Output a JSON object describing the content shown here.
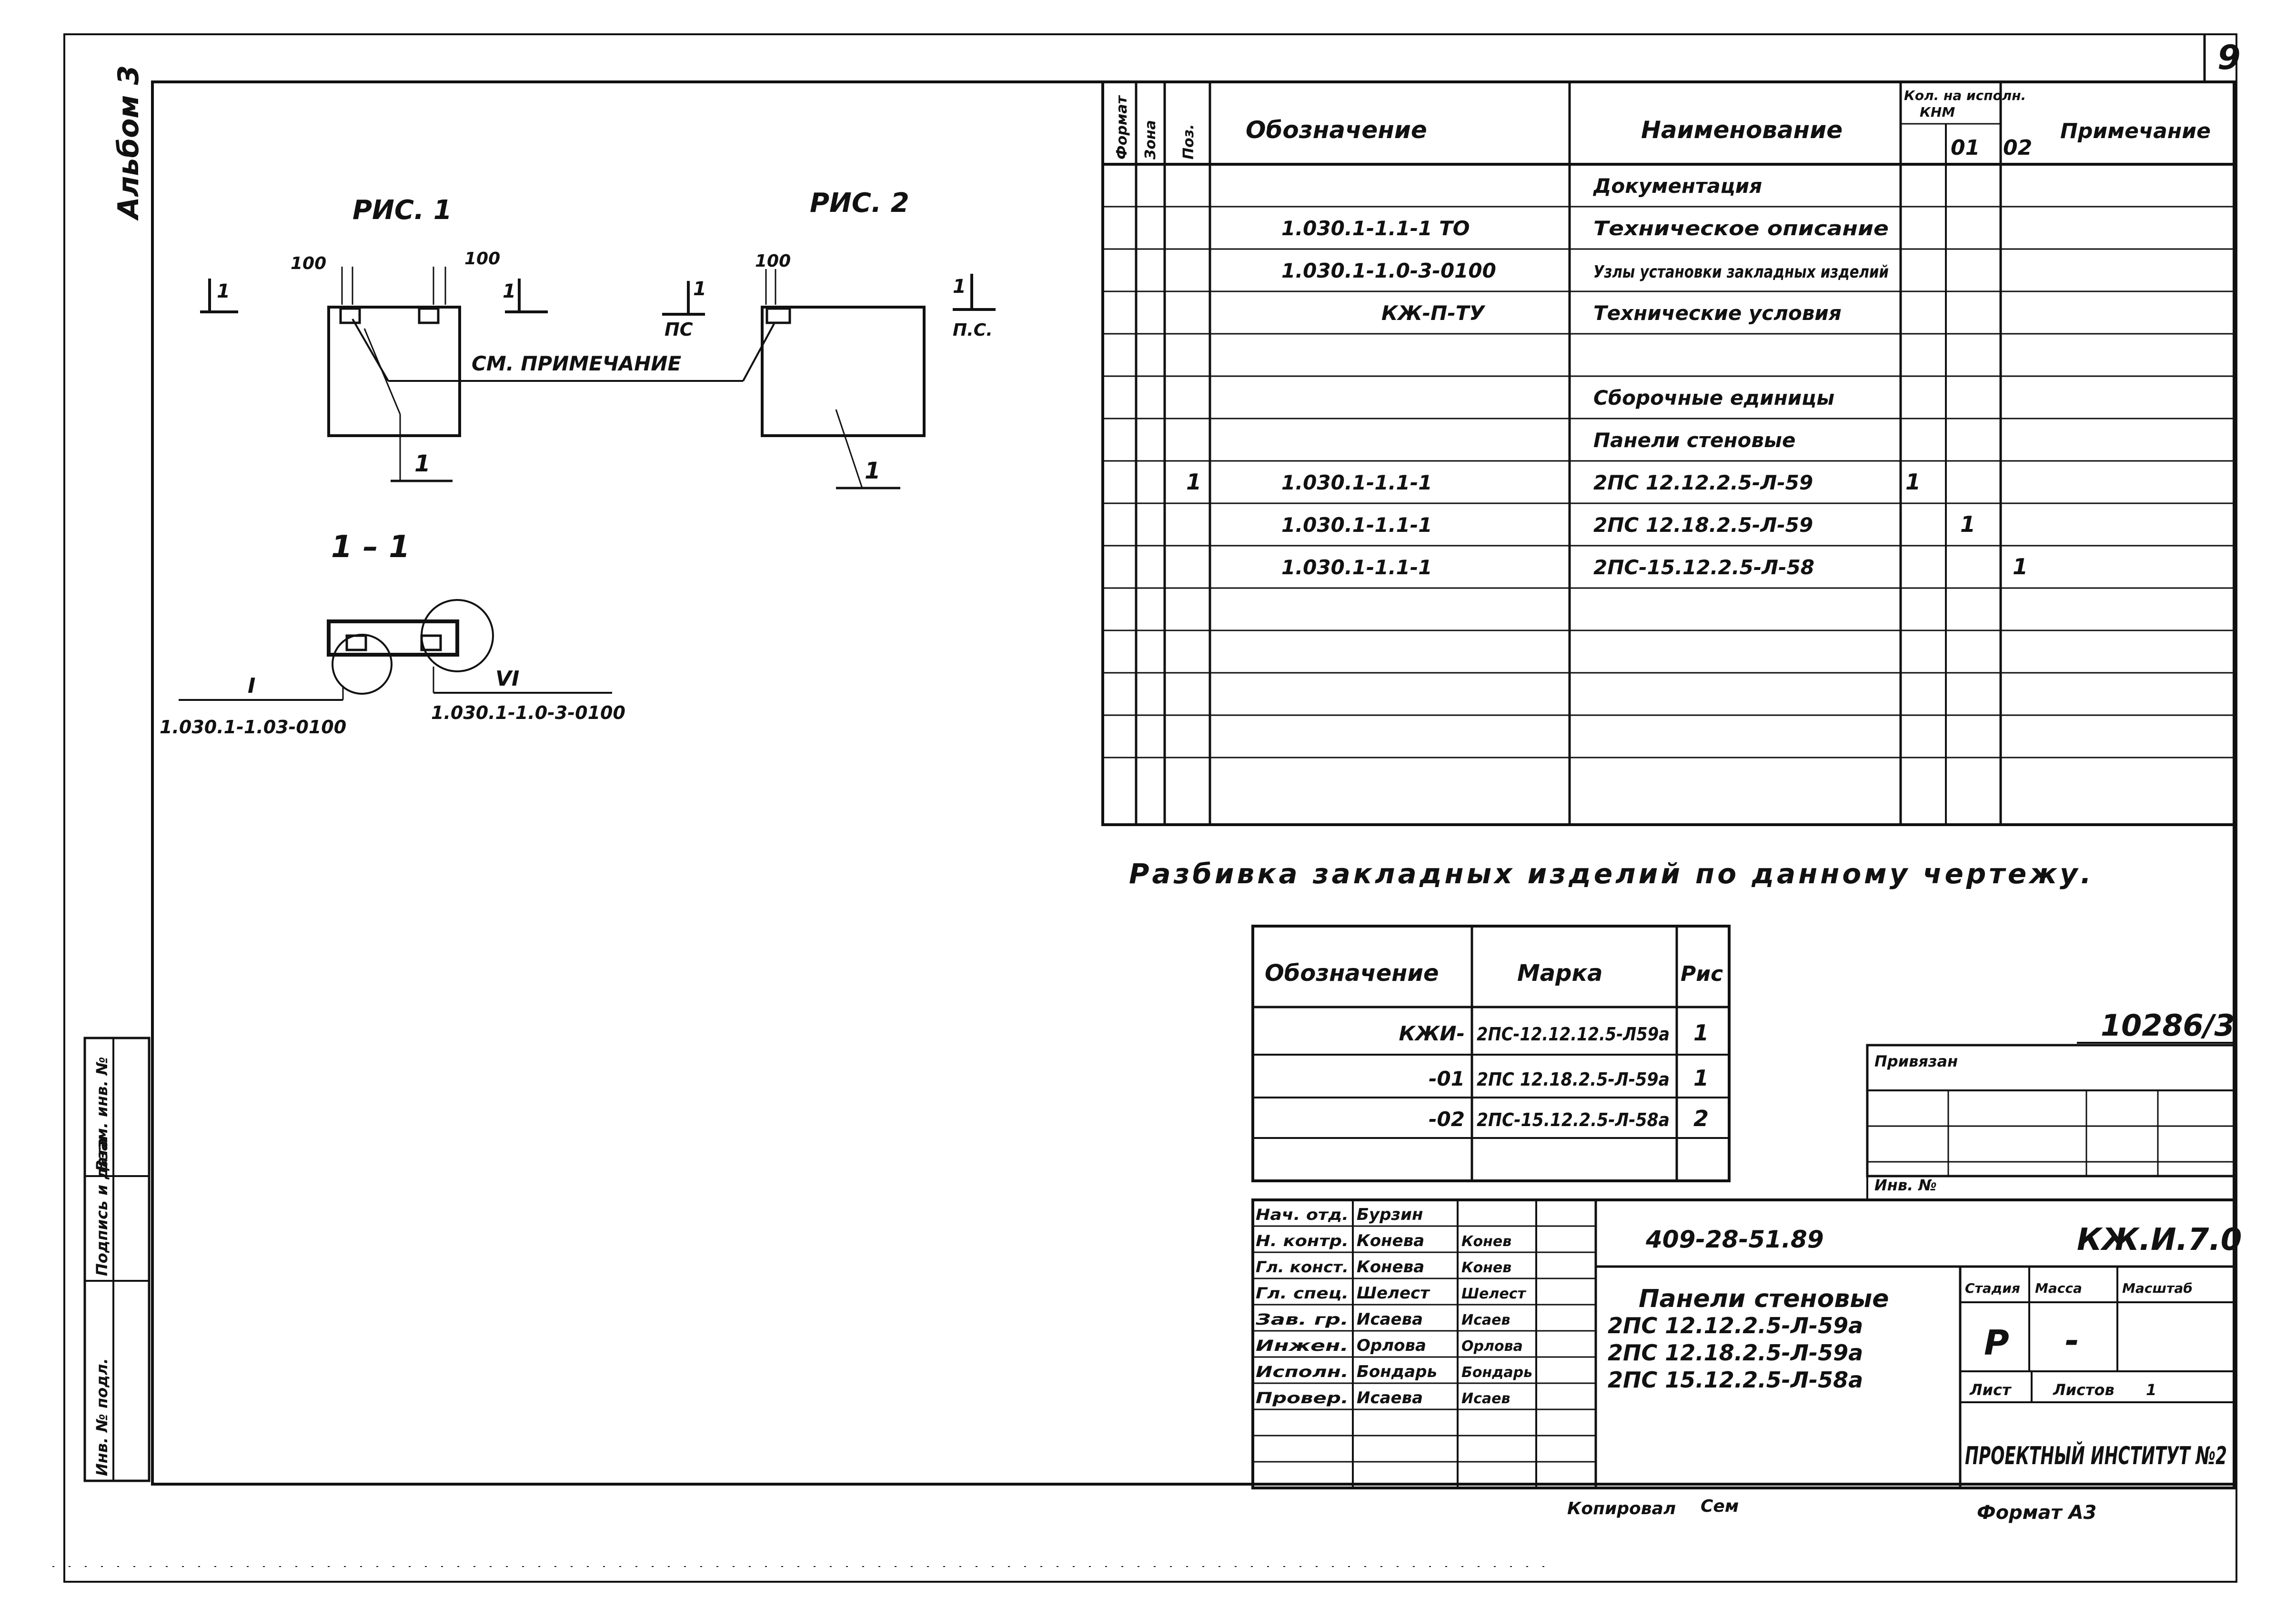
{
  "sheet": {
    "page_number": "9",
    "album_label": "Альбом 3",
    "format_label": "Формат А3",
    "copied_label": "Копировал",
    "copied_signature": "Сем"
  },
  "figures": {
    "fig1_title": "РИС. 1",
    "fig2_title": "РИС. 2",
    "dim_100_a": "100",
    "dim_100_b": "100",
    "dim_100_c": "100",
    "cut_1_a": "1",
    "cut_1_b": "1",
    "cut_1_c": "1",
    "cut_1_d": "1",
    "cut_pc_a": "ПС",
    "cut_pc_b": "П.С.",
    "note_ref": "СМ. ПРИМЕЧАНИЕ",
    "pos_1_a": "1",
    "pos_1_b": "1",
    "section_title": "1 – 1",
    "node_i": "I",
    "node_vi": "VI",
    "node_i_ref": "1.030.1-1.03-0100",
    "node_vi_ref": "1.030.1-1.0-3-0100"
  },
  "spec_table": {
    "headers": {
      "format": "Формат",
      "zone": "Зона",
      "pos": "Поз.",
      "designation": "Обозначение",
      "name": "Наименование",
      "qty": "Кол. на исполн.",
      "qty_sub": "КНМ",
      "col_01": "01",
      "col_02": "02",
      "note": "Примечание"
    },
    "rows": [
      {
        "pos": "",
        "designation": "",
        "name": "Документация",
        "q0": "",
        "q1": "",
        "q2": ""
      },
      {
        "pos": "",
        "designation": "1.030.1-1.1-1 ТО",
        "name": "Техническое описание",
        "q0": "",
        "q1": "",
        "q2": ""
      },
      {
        "pos": "",
        "designation": "1.030.1-1.0-3-0100",
        "name": "Узлы установки закладных изделий",
        "q0": "",
        "q1": "",
        "q2": ""
      },
      {
        "pos": "",
        "designation": "КЖ-П-ТУ",
        "name": "Технические условия",
        "q0": "",
        "q1": "",
        "q2": ""
      },
      {
        "pos": "",
        "designation": "",
        "name": "",
        "q0": "",
        "q1": "",
        "q2": ""
      },
      {
        "pos": "",
        "designation": "",
        "name": "Сборочные единицы",
        "q0": "",
        "q1": "",
        "q2": ""
      },
      {
        "pos": "",
        "designation": "",
        "name": "Панели стеновые",
        "q0": "",
        "q1": "",
        "q2": ""
      },
      {
        "pos": "1",
        "designation": "1.030.1-1.1-1",
        "name": "2ПС 12.12.2.5-Л-59",
        "q0": "1",
        "q1": "",
        "q2": ""
      },
      {
        "pos": "",
        "designation": "1.030.1-1.1-1",
        "name": "2ПС 12.18.2.5-Л-59",
        "q0": "",
        "q1": "1",
        "q2": ""
      },
      {
        "pos": "",
        "designation": "1.030.1-1.1-1",
        "name": "2ПС-15.12.2.5-Л-58",
        "q0": "",
        "q1": "",
        "q2": "1"
      }
    ]
  },
  "breakdown": {
    "title": "Разбивка закладных изделий по данному чертежу.",
    "headers": {
      "designation": "Обозначение",
      "mark": "Марка",
      "fig": "Рис"
    },
    "rows": [
      {
        "designation": "КЖИ-",
        "mark": "2ПС-12.12.12.5-Л59а",
        "fig": "1"
      },
      {
        "designation": "-01",
        "mark": "2ПС 12.18.2.5-Л-59а",
        "fig": "1"
      },
      {
        "designation": "-02",
        "mark": "2ПС-15.12.2.5-Л-58а",
        "fig": "2"
      }
    ]
  },
  "titleblock": {
    "archive_no": "10286/3",
    "linked": "Привязан",
    "inv_no": "Инв. №",
    "project_code": "409-28-51.89",
    "doc_code": "КЖ.И.7.0",
    "title_lines": [
      "Панели стеновые",
      "2ПС 12.12.2.5-Л-59а",
      "2ПС 12.18.2.5-Л-59а",
      "2ПС 15.12.2.5-Л-58а"
    ],
    "stage_label": "Стадия",
    "mass_label": "Масса",
    "scale_label": "Масштаб",
    "stage_value": "Р",
    "mass_value": "-",
    "sheet_label": "Лист",
    "sheets_label": "Листов",
    "sheets_value": "1",
    "org": "ПРОЕКТНЫЙ ИНСТИТУТ №2",
    "signers": [
      {
        "role": "Нач. отд.",
        "name": "Бурзин"
      },
      {
        "role": "Н. контр.",
        "name": "Конева"
      },
      {
        "role": "Гл. конст.",
        "name": "Конева"
      },
      {
        "role": "Гл. спец.",
        "name": "Шелест"
      },
      {
        "role": "Зав. гр.",
        "name": "Исаева"
      },
      {
        "role": "Инжен.",
        "name": "Орлова"
      },
      {
        "role": "Исполн.",
        "name": "Бондарь"
      },
      {
        "role": "Провер.",
        "name": "Исаева"
      }
    ],
    "signatures": [
      "",
      "Конев",
      "Конев",
      "Шелест",
      "Исаев",
      "Орлова",
      "Бондарь",
      "Исаев"
    ]
  },
  "left_strip": [
    "Инв. № подл.",
    "Подпись и дата",
    "Взам. инв. №"
  ]
}
